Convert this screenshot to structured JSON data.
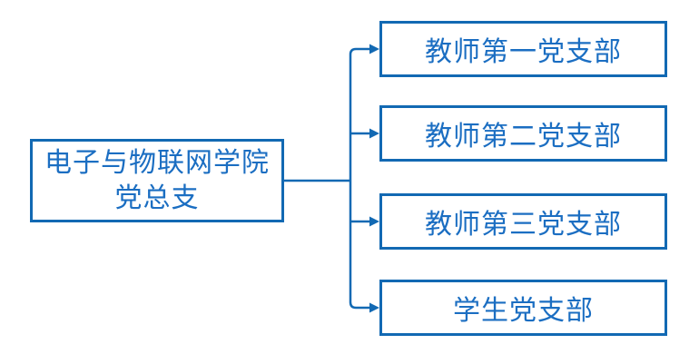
{
  "org_chart": {
    "root": {
      "lines": [
        "电子与物联网学院",
        "党总支"
      ]
    },
    "branches": [
      {
        "label": "教师第一党支部"
      },
      {
        "label": "教师第二党支部"
      },
      {
        "label": "教师第三党支部"
      },
      {
        "label": "学生党支部"
      }
    ],
    "colors": {
      "line": "#1269B3",
      "text": "#1B6EC2",
      "background": "#FFFFFF"
    }
  }
}
